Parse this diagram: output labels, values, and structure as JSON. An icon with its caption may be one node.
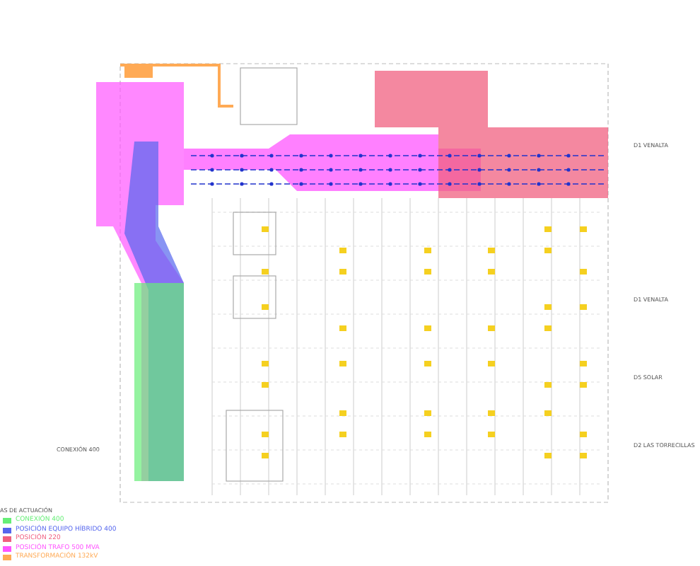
{
  "diagram": {
    "labels": [
      "AS DE ACTUACIÓN",
      "D1 VENALTA",
      "D1 VENALTA",
      "D5 SOLAR",
      "D2 LAS TORRECILLAS",
      "CONEXIÓN 400"
    ],
    "legend": [
      {
        "text": "CONEXIÓN 400",
        "color": "#66ee77"
      },
      {
        "text": "POSICIÓN EQUIPO HÍBRIDO 400",
        "color": "#5566ee"
      },
      {
        "text": "POSICIÓN 220",
        "color": "#f06080"
      },
      {
        "text": "POSICIÓN TRAFO 500 MVA",
        "color": "#ff55ff"
      },
      {
        "text": "TRANSFORMACIÓN 132kV",
        "color": "#ffaa55"
      }
    ]
  }
}
